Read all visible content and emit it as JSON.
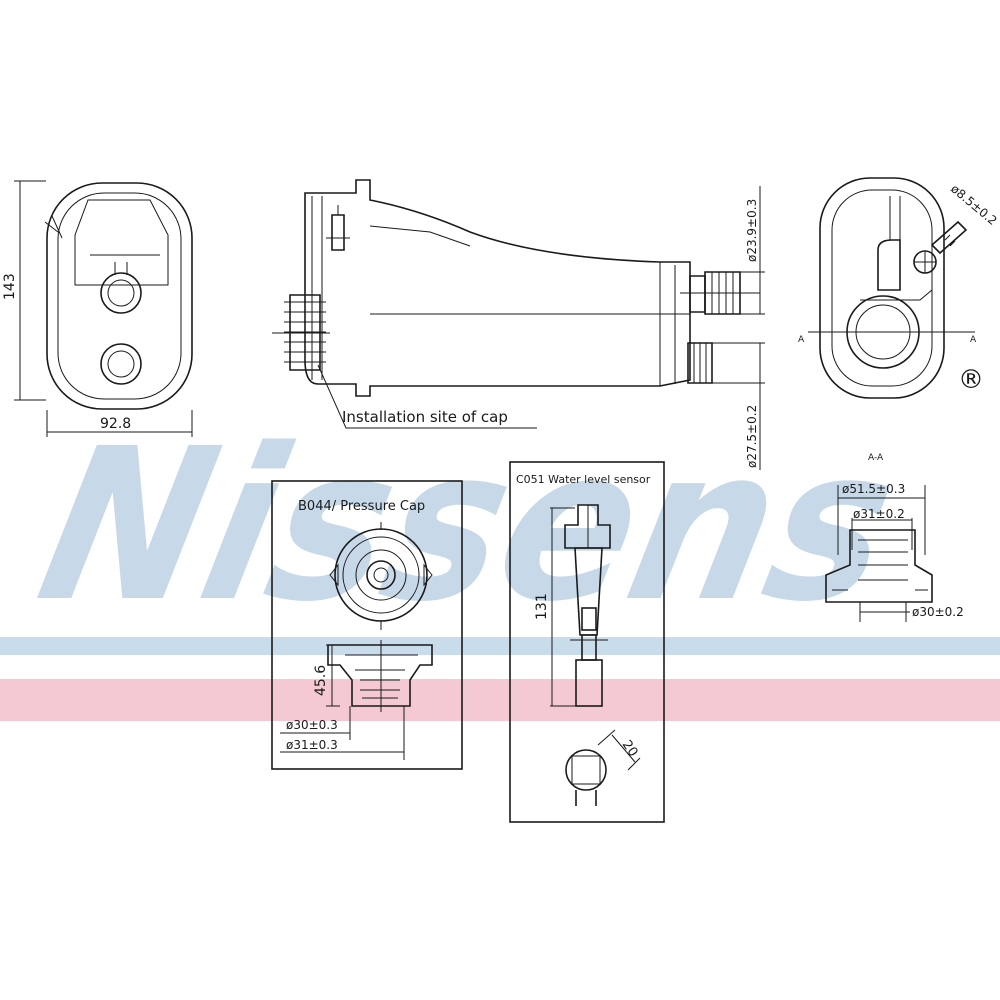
{
  "brand": {
    "name": "Nissens",
    "registered_mark": "®",
    "watermark_color": "#c7d9e9",
    "stripe_blue": "#c9dcec",
    "stripe_red": "#f4c9d1"
  },
  "dimensions": {
    "front_height": "143",
    "front_width": "92.8",
    "diameter_23_9": "ø23.9±0.3",
    "diameter_27_5": "ø27.5±0.2",
    "diameter_8_5": "ø8.5±0.2",
    "section_letter": "A",
    "section_label": "A-A",
    "section_d1": "ø51.5±0.3",
    "section_d2": "ø31±0.2",
    "section_d3": "ø30±0.2"
  },
  "labels": {
    "installation": "Installation site of cap"
  },
  "pressure_cap": {
    "title": "B044/ Pressure Cap",
    "height": "45.6",
    "d1": "ø30±0.3",
    "d2": "ø31±0.3"
  },
  "sensor": {
    "title": "C051 Water level sensor",
    "length": "131",
    "width": "20"
  }
}
